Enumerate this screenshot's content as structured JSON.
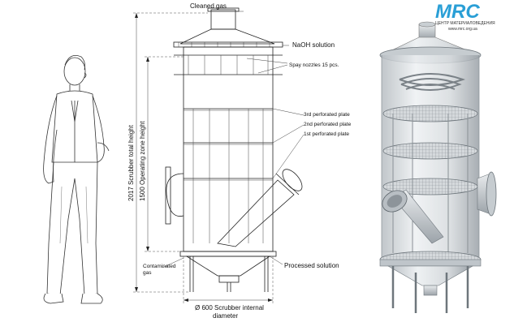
{
  "logo": {
    "brand": "MRC",
    "subtitle": "ЦЕНТР МАТЕРИАЛОВЕДЕНИЯ",
    "url": "www.mrc.org.ua",
    "accent": "#2a9fd6"
  },
  "labels": {
    "cleaned_gas": "Cleaned gas",
    "naoh_solution": "NaOH solution",
    "spray_nozzles": "Spay nozzles 15 pcs.",
    "plate_3": "3rd perforated plate",
    "plate_2": "2nd perforated plate",
    "plate_1": "1st perforated plate",
    "contaminated_gas": "Contaminated gas",
    "processed_solution": "Processed solution",
    "diameter": "Ø 600 Scrubber internal diameter",
    "total_height": "2017 Scrubber total height",
    "operating_height": "1500 Operating zone height"
  },
  "colors": {
    "line": "#222222",
    "render_body": "#d9dde0",
    "render_plate": "#bfc5ca"
  }
}
